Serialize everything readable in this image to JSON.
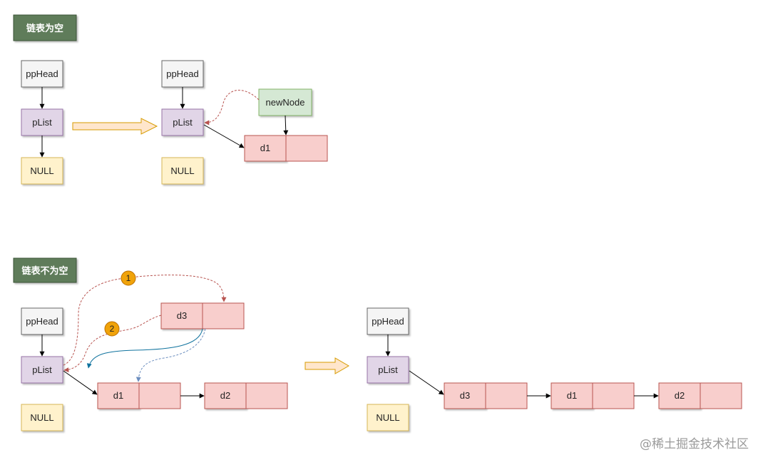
{
  "colors": {
    "title_bg": "#5e7b5a",
    "pphead_fill": "#f5f5f5",
    "plist_fill": "#e1d5e7",
    "null_fill": "#fff2cc",
    "node_fill": "#f8cecc",
    "node_stroke": "#b85450",
    "newnode_fill": "#d5e8d4",
    "step_marker": "#f0a30a",
    "red_dashed": "#b85450",
    "blue_arrow": "#10739e",
    "blue_dashed": "#6c8ebf",
    "big_arrow_fill": "#ffe6cc",
    "big_arrow_stroke": "#d79b00"
  },
  "section1": {
    "title": "链表为空",
    "before": {
      "pphead": "ppHead",
      "plist": "pList",
      "null": "NULL"
    },
    "after": {
      "pphead": "ppHead",
      "plist": "pList",
      "null": "NULL",
      "newnode": "newNode",
      "node1": "d1"
    }
  },
  "section2": {
    "title": "链表不为空",
    "before": {
      "pphead": "ppHead",
      "plist": "pList",
      "null": "NULL",
      "new_node": "d3",
      "node1": "d1",
      "node2": "d2",
      "step1": "1",
      "step2": "2"
    },
    "after": {
      "pphead": "ppHead",
      "plist": "pList",
      "null": "NULL",
      "node1": "d3",
      "node2": "d1",
      "node3": "d2"
    }
  },
  "watermark": "@稀土掘金技术社区"
}
